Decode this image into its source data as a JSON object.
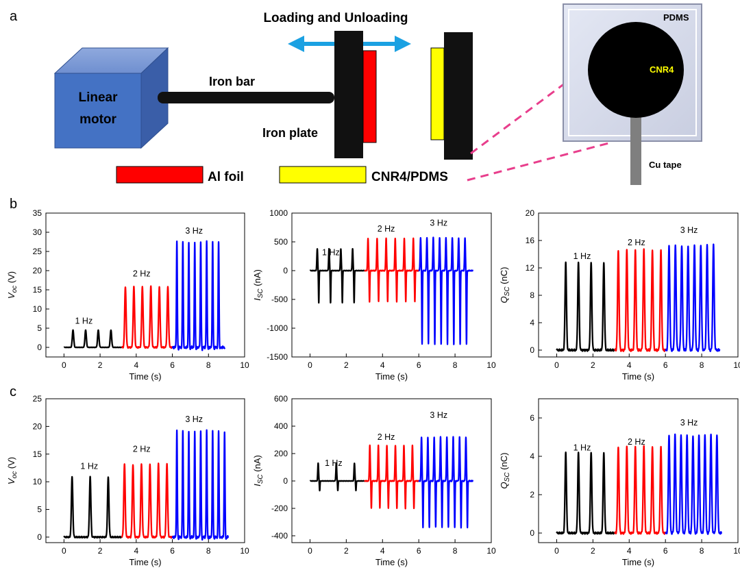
{
  "panel_labels": {
    "a": "a",
    "b": "b",
    "c": "c"
  },
  "schematic": {
    "arrow_title": "Loading and Unloading",
    "motor_label_line1": "Linear",
    "motor_label_line2": "motor",
    "iron_bar_label": "Iron bar",
    "iron_plate_label": "Iron plate",
    "legend_al": "Al foil",
    "legend_cnr": "CNR4/PDMS",
    "inset_pdms": "PDMS",
    "inset_cnr": "CNR4",
    "inset_cu": "Cu tape",
    "colors": {
      "motor": "#4472c4",
      "arrow": "#1ba1e2",
      "al_foil": "#ff0000",
      "cnr_pdms": "#ffff00",
      "dashed_line": "#e83e8c",
      "cnr_text": "#ffff00"
    }
  },
  "chart_data": [
    {
      "id": "b1",
      "type": "line",
      "xlabel": "Time (s)",
      "ylabel_main": "V",
      "ylabel_sub": "oc",
      "ylabel_unit": " (V)",
      "xlim": [
        -1,
        10
      ],
      "ylim": [
        -2.5,
        35
      ],
      "xticks": [
        0,
        2,
        4,
        6,
        8,
        10
      ],
      "yticks": [
        0,
        5,
        10,
        15,
        20,
        25,
        30,
        35
      ],
      "series": [
        {
          "label": "1 Hz",
          "color": "#000000",
          "t0": 0.0,
          "t1": 3.2,
          "peaks": [
            0.5,
            1.2,
            1.9,
            2.6
          ],
          "amp": 4.5,
          "neg": 0,
          "label_x": 1.1,
          "label_y": 6.2
        },
        {
          "label": "2 Hz",
          "color": "#ff0000",
          "t0": 3.2,
          "t1": 6.0,
          "peaks": [
            3.4,
            3.87,
            4.34,
            4.81,
            5.28,
            5.75
          ],
          "amp": 15.8,
          "neg": 0,
          "label_x": 4.3,
          "label_y": 18.5
        },
        {
          "label": "3 Hz",
          "color": "#0000ff",
          "t0": 6.0,
          "t1": 8.9,
          "peaks": [
            6.25,
            6.58,
            6.91,
            7.24,
            7.57,
            7.9,
            8.23,
            8.56
          ],
          "amp": 27.5,
          "neg": -0.5,
          "label_x": 7.2,
          "label_y": 29.6
        }
      ]
    },
    {
      "id": "b2",
      "type": "line",
      "xlabel": "Time (s)",
      "ylabel_main": "I",
      "ylabel_sub": "SC",
      "ylabel_unit": " (nA)",
      "xlim": [
        -1,
        10
      ],
      "ylim": [
        -1500,
        1000
      ],
      "xticks": [
        0,
        2,
        4,
        6,
        8,
        10
      ],
      "yticks": [
        -1500,
        -1000,
        -500,
        0,
        500,
        1000
      ],
      "series": [
        {
          "label": "1 Hz",
          "color": "#000000",
          "t0": 0.0,
          "t1": 3.0,
          "peaks": [
            0.4,
            1.05,
            1.7,
            2.35
          ],
          "amp": 380,
          "neg": -560,
          "label_x": 1.15,
          "label_y": 270
        },
        {
          "label": "2 Hz",
          "color": "#ff0000",
          "t0": 3.0,
          "t1": 6.0,
          "peaks": [
            3.2,
            3.7,
            4.2,
            4.7,
            5.2,
            5.7
          ],
          "amp": 560,
          "neg": -540,
          "label_x": 4.2,
          "label_y": 680
        },
        {
          "label": "3 Hz",
          "color": "#0000ff",
          "t0": 6.0,
          "t1": 9.0,
          "peaks": [
            6.1,
            6.45,
            6.8,
            7.15,
            7.5,
            7.85,
            8.2,
            8.55
          ],
          "amp": 570,
          "neg": -1280,
          "label_x": 7.1,
          "label_y": 780
        }
      ]
    },
    {
      "id": "b3",
      "type": "line",
      "xlabel": "Time (s)",
      "ylabel_main": "Q",
      "ylabel_sub": "SC",
      "ylabel_unit": " (nC)",
      "xlim": [
        -1,
        10
      ],
      "ylim": [
        -1,
        20
      ],
      "xticks": [
        0,
        2,
        4,
        6,
        8,
        10
      ],
      "yticks": [
        0,
        4,
        8,
        12,
        16,
        20
      ],
      "series": [
        {
          "label": "1 Hz",
          "color": "#000000",
          "t0": 0.0,
          "t1": 3.2,
          "peaks": [
            0.5,
            1.2,
            1.9,
            2.6
          ],
          "amp": 12.8,
          "neg": 0,
          "label_x": 1.4,
          "label_y": 13.3
        },
        {
          "label": "2 Hz",
          "color": "#ff0000",
          "t0": 3.2,
          "t1": 6.0,
          "peaks": [
            3.4,
            3.87,
            4.34,
            4.81,
            5.28,
            5.75
          ],
          "amp": 14.6,
          "neg": 0,
          "label_x": 4.4,
          "label_y": 15.3
        },
        {
          "label": "3 Hz",
          "color": "#0000ff",
          "t0": 6.0,
          "t1": 9.0,
          "peaks": [
            6.2,
            6.55,
            6.9,
            7.25,
            7.6,
            7.95,
            8.3,
            8.65
          ],
          "amp": 15.3,
          "neg": 0,
          "label_x": 7.3,
          "label_y": 17.1
        }
      ]
    },
    {
      "id": "c1",
      "type": "line",
      "xlabel": "Time (s)",
      "ylabel_main": "V",
      "ylabel_sub": "oc",
      "ylabel_unit": " (V)",
      "xlim": [
        -1,
        10
      ],
      "ylim": [
        -1,
        25
      ],
      "xticks": [
        0,
        2,
        4,
        6,
        8,
        10
      ],
      "yticks": [
        0,
        5,
        10,
        15,
        20,
        25
      ],
      "series": [
        {
          "label": "1 Hz",
          "color": "#000000",
          "t0": 0.0,
          "t1": 3.2,
          "peaks": [
            0.45,
            1.45,
            2.45
          ],
          "amp": 10.9,
          "neg": 0,
          "label_x": 1.4,
          "label_y": 12.3
        },
        {
          "label": "2 Hz",
          "color": "#ff0000",
          "t0": 3.2,
          "t1": 6.0,
          "peaks": [
            3.35,
            3.82,
            4.29,
            4.76,
            5.23,
            5.7
          ],
          "amp": 13.2,
          "neg": 0,
          "label_x": 4.3,
          "label_y": 15.4
        },
        {
          "label": "3 Hz",
          "color": "#0000ff",
          "t0": 6.0,
          "t1": 9.1,
          "peaks": [
            6.25,
            6.58,
            6.91,
            7.24,
            7.57,
            7.9,
            8.23,
            8.56,
            8.89
          ],
          "amp": 19.2,
          "neg": -0.3,
          "label_x": 7.2,
          "label_y": 20.8
        }
      ]
    },
    {
      "id": "c2",
      "type": "line",
      "xlabel": "Time (s)",
      "ylabel_main": "I",
      "ylabel_sub": "SC",
      "ylabel_unit": " (nA)",
      "xlim": [
        -1,
        10
      ],
      "ylim": [
        -450,
        600
      ],
      "xticks": [
        0,
        2,
        4,
        6,
        8,
        10
      ],
      "yticks": [
        -400,
        -200,
        0,
        200,
        400,
        600
      ],
      "series": [
        {
          "label": "1 Hz",
          "color": "#000000",
          "t0": 0.0,
          "t1": 3.0,
          "peaks": [
            0.45,
            1.45,
            2.45
          ],
          "amp": 130,
          "neg": -70,
          "label_x": 1.3,
          "label_y": 110
        },
        {
          "label": "2 Hz",
          "color": "#ff0000",
          "t0": 3.0,
          "t1": 6.0,
          "peaks": [
            3.3,
            3.77,
            4.24,
            4.71,
            5.18,
            5.65
          ],
          "amp": 260,
          "neg": -200,
          "label_x": 4.2,
          "label_y": 300
        },
        {
          "label": "3 Hz",
          "color": "#0000ff",
          "t0": 6.0,
          "t1": 9.0,
          "peaks": [
            6.15,
            6.5,
            6.85,
            7.2,
            7.55,
            7.9,
            8.25,
            8.6
          ],
          "amp": 320,
          "neg": -340,
          "label_x": 7.1,
          "label_y": 460
        }
      ]
    },
    {
      "id": "c3",
      "type": "line",
      "xlabel": "Time (s)",
      "ylabel_main": "Q",
      "ylabel_sub": "SC",
      "ylabel_unit": " (nC)",
      "xlim": [
        -1,
        10
      ],
      "ylim": [
        -0.5,
        7
      ],
      "xticks": [
        0,
        2,
        4,
        6,
        8,
        10
      ],
      "yticks": [
        0,
        2,
        4,
        6
      ],
      "series": [
        {
          "label": "1 Hz",
          "color": "#000000",
          "t0": 0.0,
          "t1": 3.2,
          "peaks": [
            0.5,
            1.2,
            1.9,
            2.6
          ],
          "amp": 4.2,
          "neg": 0,
          "label_x": 1.4,
          "label_y": 4.3
        },
        {
          "label": "2 Hz",
          "color": "#ff0000",
          "t0": 3.2,
          "t1": 6.0,
          "peaks": [
            3.4,
            3.87,
            4.34,
            4.81,
            5.28,
            5.75
          ],
          "amp": 4.5,
          "neg": 0,
          "label_x": 4.4,
          "label_y": 4.6
        },
        {
          "label": "3 Hz",
          "color": "#0000ff",
          "t0": 6.0,
          "t1": 9.1,
          "peaks": [
            6.2,
            6.53,
            6.86,
            7.19,
            7.52,
            7.85,
            8.18,
            8.51,
            8.84
          ],
          "amp": 5.1,
          "neg": 0,
          "label_x": 7.3,
          "label_y": 5.6
        }
      ]
    }
  ]
}
